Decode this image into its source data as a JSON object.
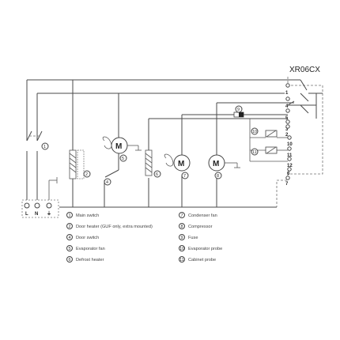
{
  "controller_label": "XR06CX",
  "supply": {
    "terminals": [
      "L",
      "N",
      "⏚"
    ]
  },
  "controller_terminals": [
    "1",
    "4",
    "5",
    "3",
    "2",
    "10",
    "11",
    "12",
    "6",
    "7"
  ],
  "components": {
    "main_switch": "1",
    "door_heater": "2",
    "door_switch": "4",
    "evaporator_fan": "5",
    "defrost_heater": "6",
    "condenser_fan": "7",
    "compressor": "8",
    "fuse": "9",
    "evaporator_probe": "10",
    "cabinet_probe": "11"
  },
  "motor_symbol": "M",
  "legend": [
    {
      "num": "1",
      "text": "Main switch"
    },
    {
      "num": "2",
      "text": "Door heater (GUF only, extra mounted)"
    },
    {
      "num": "4",
      "text": "Door switch"
    },
    {
      "num": "5",
      "text": "Evaporator fan"
    },
    {
      "num": "6",
      "text": "Defrost heater"
    },
    {
      "num": "7",
      "text": "Condenser fan"
    },
    {
      "num": "8",
      "text": "Compressor"
    },
    {
      "num": "9",
      "text": "Fuse"
    },
    {
      "num": "10",
      "text": "Evaporator probe"
    },
    {
      "num": "11",
      "text": "Cabinet probe"
    }
  ]
}
